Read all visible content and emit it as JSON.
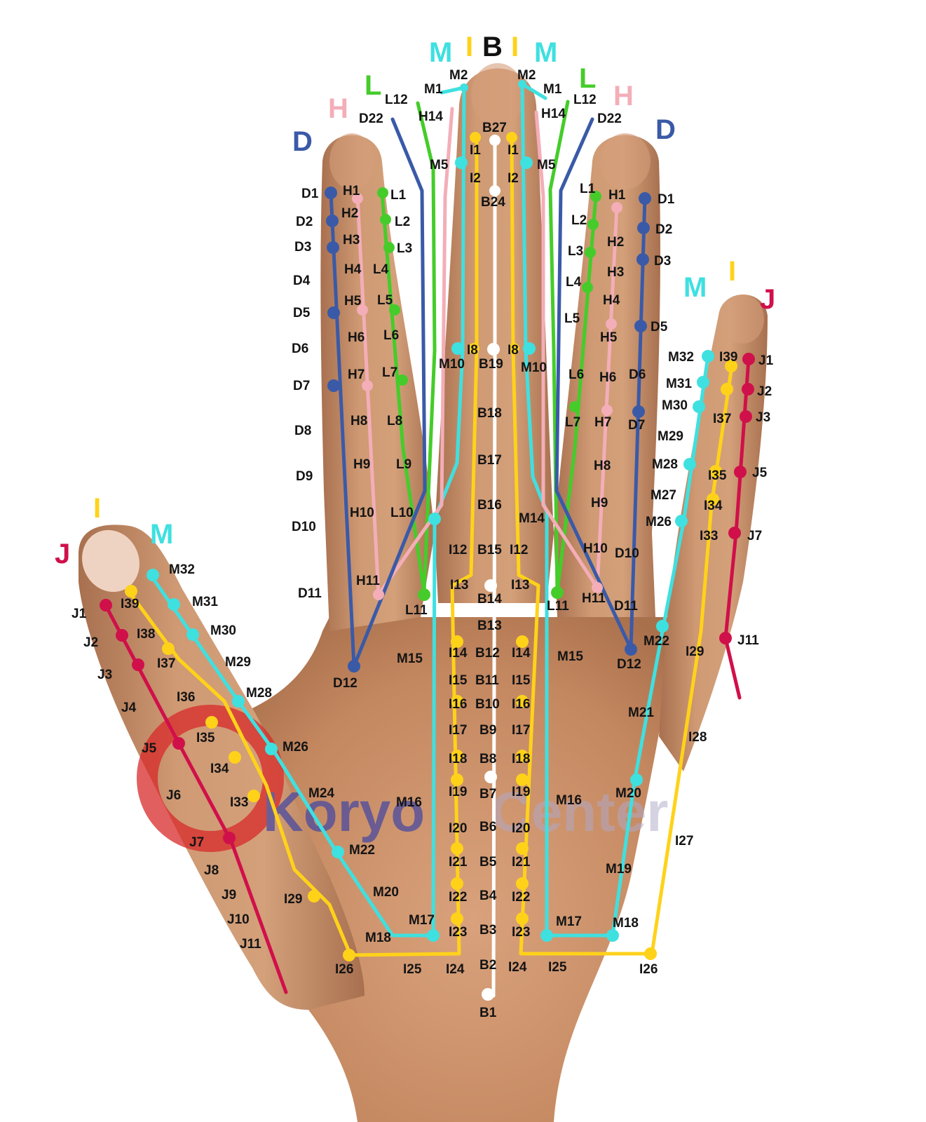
{
  "colors": {
    "skin": "#c9916a",
    "skin_shadow": "#a86f4c",
    "skin_light": "#dcae8a",
    "nail": "#eecfbe",
    "D": "#3a5aa8",
    "H": "#f3aeb8",
    "L": "#45cc2a",
    "M": "#3fe0e0",
    "I": "#ffd21a",
    "B": "#ffffff",
    "J": "#d0104a",
    "label": "#141414",
    "watermark_logo": "#d82a2a",
    "watermark_text": "#4a4aa0"
  },
  "watermark": {
    "text_a": "Koryo",
    "text_b": "Center"
  },
  "finger_headers": {
    "middle": [
      "M",
      "I",
      "B",
      "I",
      "M"
    ],
    "index": [
      "L",
      "H",
      "D"
    ],
    "ring": [
      "L",
      "H",
      "D"
    ],
    "little": [
      "M",
      "I",
      "J"
    ],
    "thumb": [
      "I",
      "M",
      "J"
    ]
  },
  "meridian_labels": {
    "B": [
      "B1",
      "B2",
      "B3",
      "B4",
      "B5",
      "B6",
      "B7",
      "B8",
      "B9",
      "B10",
      "B11",
      "B12",
      "B13",
      "B14",
      "B15",
      "B16",
      "B17",
      "B18",
      "B19",
      "B24",
      "B27"
    ],
    "I_left": [
      "I1",
      "I2",
      "I8",
      "I12",
      "I13",
      "I14",
      "I15",
      "I16",
      "I17",
      "I18",
      "I19",
      "I20",
      "I21",
      "I22",
      "I23",
      "I24",
      "I25",
      "I26",
      "I29",
      "I33",
      "I34",
      "I35",
      "I36",
      "I37",
      "I38",
      "I39"
    ],
    "I_right": [
      "I1",
      "I2",
      "I8",
      "I12",
      "I13",
      "I14",
      "I15",
      "I16",
      "I17",
      "I18",
      "I19",
      "I20",
      "I21",
      "I22",
      "I23",
      "I24",
      "I25",
      "I26",
      "I27",
      "I28",
      "I29",
      "I33",
      "I34",
      "I35",
      "I37",
      "I39"
    ],
    "M_left": [
      "M1",
      "M2",
      "M5",
      "M10",
      "M15",
      "M16",
      "M17",
      "M18",
      "M20",
      "M22",
      "M24",
      "M26",
      "M28",
      "M29",
      "M30",
      "M31",
      "M32"
    ],
    "M_right": [
      "M1",
      "M2",
      "M5",
      "M10",
      "M14",
      "M15",
      "M16",
      "M17",
      "M18",
      "M19",
      "M20",
      "M21",
      "M22",
      "M26",
      "M27",
      "M28",
      "M29",
      "M30",
      "M31",
      "M32"
    ],
    "D": [
      "D1",
      "D2",
      "D3",
      "D4",
      "D5",
      "D6",
      "D7",
      "D8",
      "D9",
      "D10",
      "D11",
      "D12",
      "D22"
    ],
    "H": [
      "H1",
      "H2",
      "H3",
      "H4",
      "H5",
      "H6",
      "H7",
      "H8",
      "H9",
      "H10",
      "H11",
      "H14"
    ],
    "L": [
      "L1",
      "L2",
      "L3",
      "L4",
      "L5",
      "L6",
      "L7",
      "L8",
      "L9",
      "L10",
      "L11",
      "L12"
    ],
    "J_thumb": [
      "J1",
      "J2",
      "J3",
      "J4",
      "J5",
      "J6",
      "J7",
      "J8",
      "J9",
      "J10",
      "J11"
    ],
    "J_little": [
      "J1",
      "J2",
      "J3",
      "J5",
      "J7",
      "J11"
    ]
  }
}
